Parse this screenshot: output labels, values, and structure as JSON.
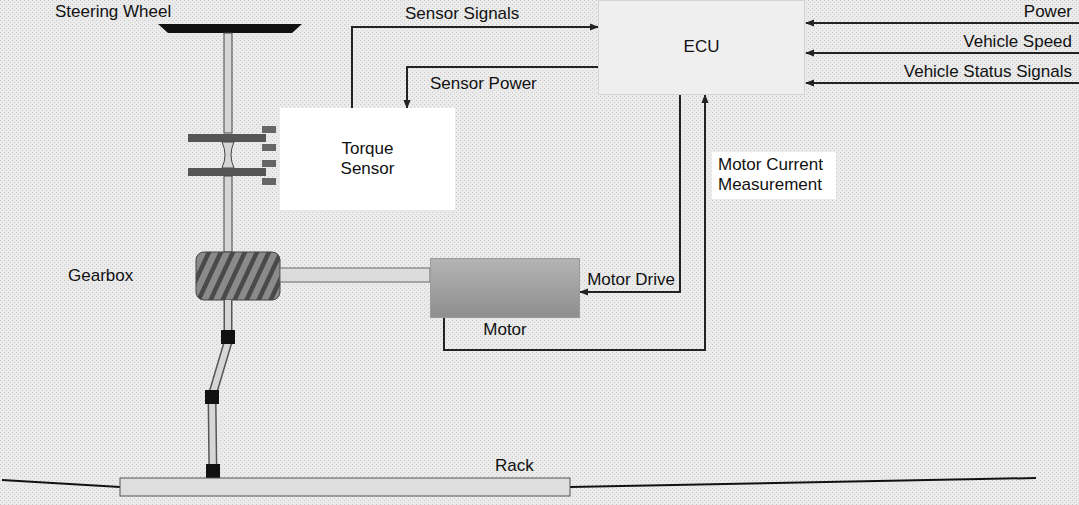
{
  "diagram": {
    "nodes": [
      {
        "text": [
          "Torque Sensor"
        ]
      },
      {
        "text": [
          "ECU"
        ]
      },
      {
        "text": [
          "Motor"
        ]
      }
    ],
    "edges": [
      {
        "from": 0,
        "to": 1,
        "arrow": "to",
        "label": "Sensor Signals"
      },
      {
        "from": 1,
        "to": 0,
        "arrow": "to",
        "label": "Sensor Power"
      },
      {
        "from": 1,
        "to": 2,
        "arrow": "to",
        "label": "Motor Drive"
      },
      {
        "from": 2,
        "to": 1,
        "arrow": "to",
        "label": "Motor Current Measurement"
      }
    ],
    "labels": [
      "Steering Wheel",
      "Gearbox",
      "Rack",
      "Power",
      "Vehicle Speed",
      "Vehicle Status Signals"
    ]
  }
}
